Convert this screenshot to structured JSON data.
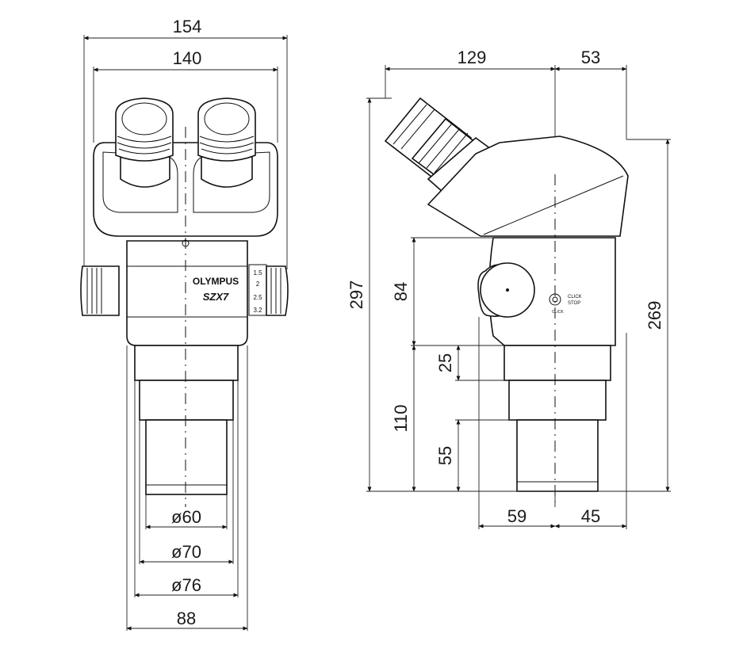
{
  "front_view": {
    "dims": {
      "width_total": "154",
      "width_eyepieces": "140",
      "dia_60": "ø60",
      "dia_70": "ø70",
      "dia_76": "ø76",
      "base_width": "88"
    },
    "brand": "OLYMPUS",
    "model": "SZX7",
    "zoom_marks": [
      "1.5",
      "2",
      "2.5",
      "3.2"
    ]
  },
  "side_view": {
    "dims": {
      "horiz_129": "129",
      "horiz_53": "53",
      "height_297": "297",
      "height_269": "269",
      "height_84": "84",
      "height_25": "25",
      "height_110": "110",
      "height_55": "55",
      "base_59": "59",
      "base_45": "45"
    },
    "click_stop": [
      "CLICK",
      "STOP"
    ],
    "click_label": "CLICK"
  }
}
